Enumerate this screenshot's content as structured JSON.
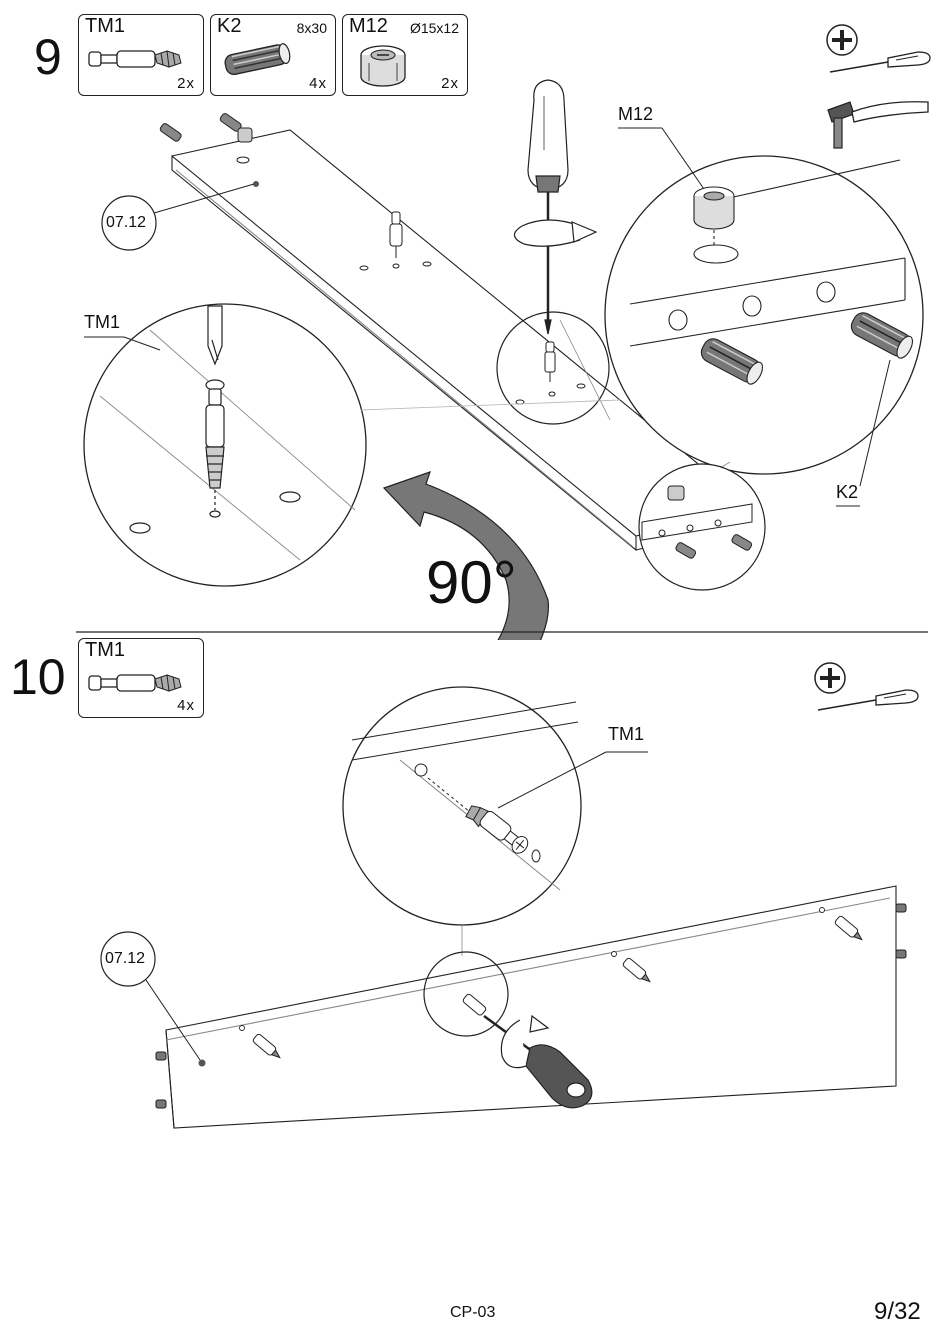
{
  "steps": [
    {
      "number": "9",
      "parts": [
        {
          "name": "TM1",
          "size": "",
          "qty": "2x",
          "icon": "cam-bolt-icon"
        },
        {
          "name": "K2",
          "size": "8x30",
          "qty": "4x",
          "icon": "wooden-dowel-icon"
        },
        {
          "name": "M12",
          "size": "Ø15x12",
          "qty": "2x",
          "icon": "cam-lock-icon"
        }
      ],
      "tools": [
        "phillips-screwdriver-icon",
        "hammer-icon"
      ],
      "labels": {
        "panel_ref": "07.12",
        "detail_left": "TM1",
        "detail_right_top": "M12",
        "detail_right_bottom": "K2"
      },
      "rotation": "90°"
    },
    {
      "number": "10",
      "parts": [
        {
          "name": "TM1",
          "size": "",
          "qty": "4x",
          "icon": "cam-bolt-icon"
        }
      ],
      "tools": [
        "phillips-screwdriver-icon"
      ],
      "labels": {
        "panel_ref": "07.12",
        "detail_top": "TM1"
      }
    }
  ],
  "footer": {
    "code": "CP-03",
    "page": "9/32"
  }
}
